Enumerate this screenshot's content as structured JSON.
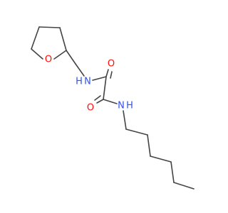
{
  "molecule": {
    "colors": {
      "bond": "#444444",
      "oxygen": "#ff0d0d",
      "nitrogen": "#3050f8"
    },
    "labels": {
      "ring_oxygen": "O",
      "amide_nh_left": "N",
      "amide_h_left": "H",
      "carbonyl_o_top": "O",
      "carbonyl_o_left": "O",
      "amide_n_right": "N",
      "amide_h_right": "H"
    }
  }
}
